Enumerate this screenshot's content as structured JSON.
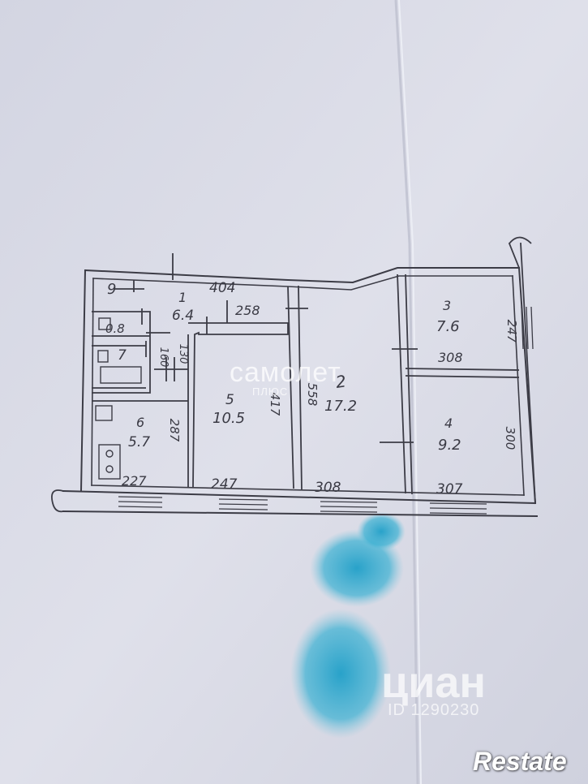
{
  "rooms": [
    {
      "number": "1",
      "area": "6.4"
    },
    {
      "number": "2",
      "area": "17.2"
    },
    {
      "number": "3",
      "area": "7.6"
    },
    {
      "number": "4",
      "area": "9.2"
    },
    {
      "number": "5",
      "area": "10.5"
    },
    {
      "number": "6",
      "area": "5.7"
    },
    {
      "number": "7",
      "area": ""
    },
    {
      "number": "9",
      "area": ""
    }
  ],
  "small_label": "0.8",
  "dimensions": {
    "d404": "404",
    "d258": "258",
    "d160": "160",
    "d130": "130",
    "d287": "287",
    "d417": "417",
    "d558": "558",
    "d308a": "308",
    "d247r": "247",
    "d300": "300",
    "d227": "227",
    "d247b": "247",
    "d308b": "308",
    "d307": "307"
  },
  "watermarks": {
    "samolet": "самолет",
    "samolet_sub": "ПЛЮС",
    "cian": "циан",
    "cian_id": "ID 1290230",
    "restate": "Restate"
  },
  "colors": {
    "paper": "#dcdde8",
    "ink": "#3a3a44",
    "stain": "#2fa3c8"
  }
}
